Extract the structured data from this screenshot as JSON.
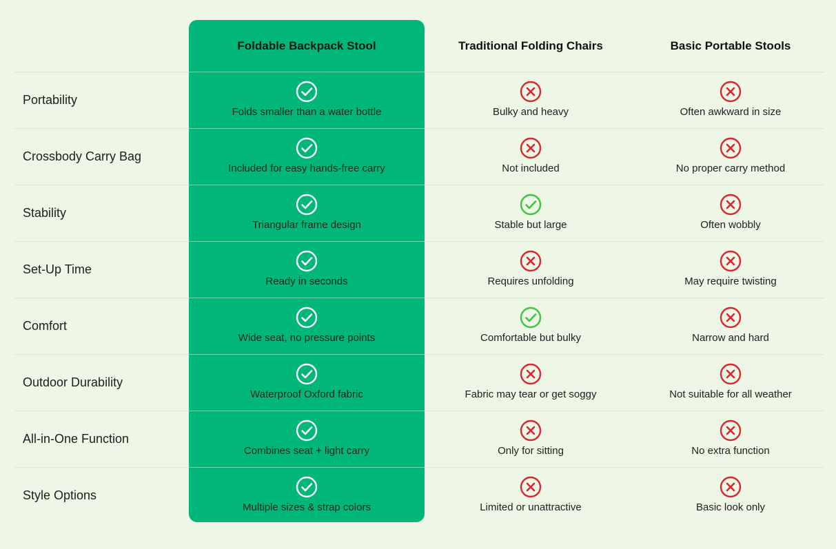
{
  "colors": {
    "background": "#eef6e6",
    "highlight": "#00b67a",
    "check_on_highlight": "#ffffff",
    "check_green": "#3ec43e",
    "cross_red": "#d9262e"
  },
  "columns": [
    "Foldable Backpack Stool",
    "Traditional Folding Chairs",
    "Basic Portable Stools"
  ],
  "rows": [
    {
      "feature": "Portability",
      "cells": [
        {
          "icon": "check-icon",
          "text": "Folds smaller than a water bottle"
        },
        {
          "icon": "cross-icon",
          "text": "Bulky and heavy"
        },
        {
          "icon": "cross-icon",
          "text": "Often awkward in size"
        }
      ]
    },
    {
      "feature": "Crossbody Carry Bag",
      "cells": [
        {
          "icon": "check-icon",
          "text": "Included for easy hands-free carry"
        },
        {
          "icon": "cross-icon",
          "text": "Not included"
        },
        {
          "icon": "cross-icon",
          "text": "No proper carry method"
        }
      ]
    },
    {
      "feature": "Stability",
      "cells": [
        {
          "icon": "check-icon",
          "text": "Triangular frame design"
        },
        {
          "icon": "check-icon",
          "text": "Stable but large"
        },
        {
          "icon": "cross-icon",
          "text": "Often wobbly"
        }
      ]
    },
    {
      "feature": "Set-Up Time",
      "cells": [
        {
          "icon": "check-icon",
          "text": "Ready in seconds"
        },
        {
          "icon": "cross-icon",
          "text": "Requires unfolding"
        },
        {
          "icon": "cross-icon",
          "text": "May require twisting"
        }
      ]
    },
    {
      "feature": "Comfort",
      "cells": [
        {
          "icon": "check-icon",
          "text": "Wide seat, no pressure points"
        },
        {
          "icon": "check-icon",
          "text": "Comfortable but bulky"
        },
        {
          "icon": "cross-icon",
          "text": "Narrow and hard"
        }
      ]
    },
    {
      "feature": "Outdoor Durability",
      "cells": [
        {
          "icon": "check-icon",
          "text": "Waterproof Oxford fabric"
        },
        {
          "icon": "cross-icon",
          "text": "Fabric may tear or get soggy"
        },
        {
          "icon": "cross-icon",
          "text": "Not suitable for all weather"
        }
      ]
    },
    {
      "feature": "All-in-One Function",
      "cells": [
        {
          "icon": "check-icon",
          "text": "Combines seat + light carry"
        },
        {
          "icon": "cross-icon",
          "text": "Only for sitting"
        },
        {
          "icon": "cross-icon",
          "text": "No extra function"
        }
      ]
    },
    {
      "feature": "Style Options",
      "cells": [
        {
          "icon": "check-icon",
          "text": "Multiple sizes & strap colors"
        },
        {
          "icon": "cross-icon",
          "text": "Limited or unattractive"
        },
        {
          "icon": "cross-icon",
          "text": "Basic look only"
        }
      ]
    }
  ]
}
